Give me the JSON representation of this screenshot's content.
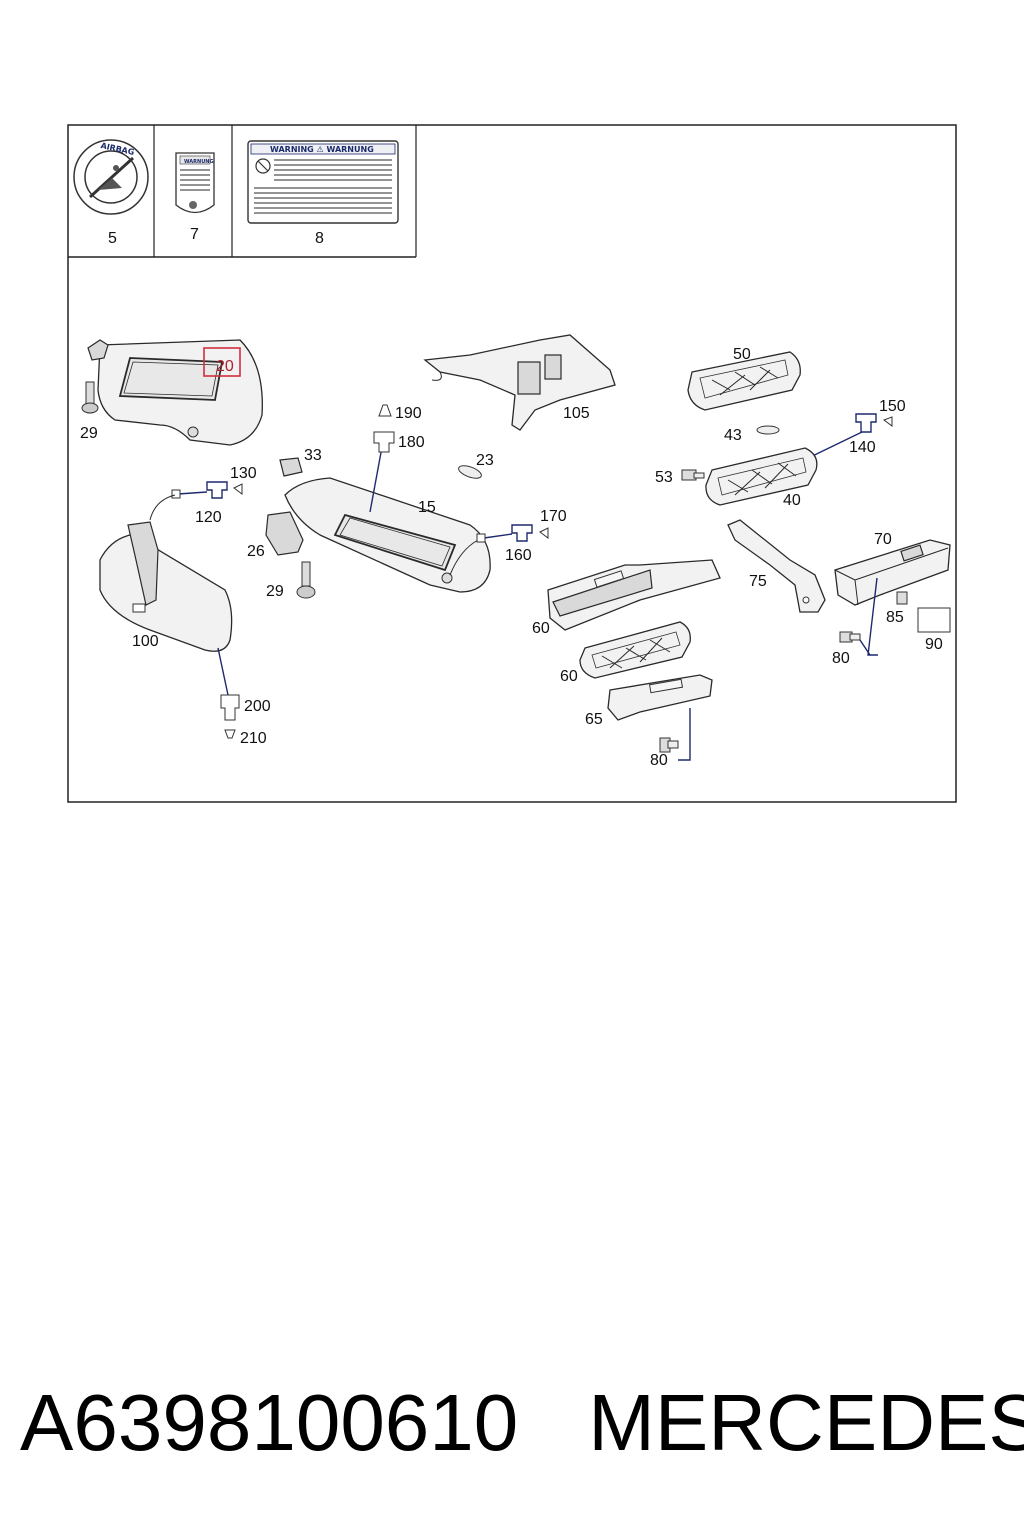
{
  "header_labels": {
    "airbag_seal_text": "AIRBAG",
    "warning_small": "WARNUNG",
    "warning_large": "WARNING ⚠ WARNUNG"
  },
  "callouts": {
    "c5": "5",
    "c7": "7",
    "c8": "8",
    "c29a": "29",
    "c20": "20",
    "c130": "130",
    "c120": "120",
    "c33": "33",
    "c26": "26",
    "c29b": "29",
    "c100": "100",
    "c200": "200",
    "c210": "210",
    "c190": "190",
    "c180": "180",
    "c23": "23",
    "c15": "15",
    "c170": "170",
    "c160": "160",
    "c105": "105",
    "c50": "50",
    "c43": "43",
    "c53": "53",
    "c150": "150",
    "c140": "140",
    "c40": "40",
    "c70": "70",
    "c75": "75",
    "c85": "85",
    "c90": "90",
    "c80a": "80",
    "c60a": "60",
    "c60b": "60",
    "c65": "65",
    "c80b": "80"
  },
  "footer": {
    "part_number": "A6398100610",
    "brand": "MERCEDES"
  },
  "colors": {
    "highlight": "#d23040",
    "leader": "#1f2a6e",
    "frame": "#222222"
  }
}
